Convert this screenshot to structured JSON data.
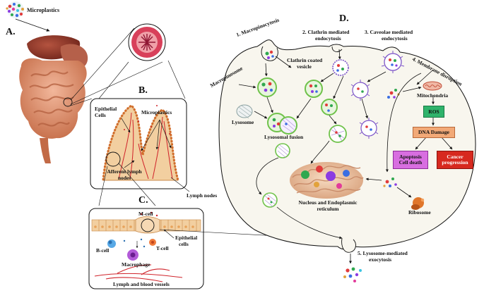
{
  "panels": {
    "a": "A.",
    "b": "B.",
    "c": "C.",
    "d": "D."
  },
  "top": {
    "microplastics": "Microplastics"
  },
  "panel_b": {
    "epithelial_1": "Epithelial",
    "epithelial_2": "Cells",
    "microplastics": "Microplastics",
    "afferent_1": "Afferent lymph",
    "afferent_2": "nodes",
    "lymph_nodes": "Lymph nodes"
  },
  "panel_c": {
    "m_cell": "M-cell",
    "b_cell": "B-cell",
    "t_cell": "T-cell",
    "epithelial_1": "Epithelial",
    "epithelial_2": "cells",
    "macrophage": "Macrophage",
    "vessels": "Lymph and blood vessels"
  },
  "panel_d": {
    "step1": "1. Macropinocytosis",
    "step2_1": "2. Clathrin mediated",
    "step2_2": "endocytosis",
    "step3_1": "3. Caveolae mediated",
    "step3_2": "endocytosis",
    "step4": "4. Membrane disruption",
    "macropinosome": "Macropinosome",
    "clathrin_vesicle_1": "Clathrin coated",
    "clathrin_vesicle_2": "vesicle",
    "lysosome": "Lysosome",
    "lysosomal_fusion": "Lysosomal fusion",
    "mitochondria": "Mitochondria",
    "ros": "ROS",
    "dna_damage": "DNA Damage",
    "apoptosis_1": "Apoptosis",
    "apoptosis_2": "Cell death",
    "cancer_1": "Cancer",
    "cancer_2": "progression",
    "nucleus_1": "Nucleus and Endoplasmic",
    "nucleus_2": "reticulum",
    "ribosome": "Ribosome",
    "step5_1": "5. Lysosome-mediated",
    "step5_2": "exocytosis"
  },
  "colors": {
    "cell_fill": "#f8f6ee",
    "ros_box": "#2fb36b",
    "dna_box": "#f2a977",
    "apoptosis_box": "#d86ee0",
    "cancer_box": "#d7291f",
    "vesicle_ring": "#6fc24a",
    "lymph_vessel": "#d0232a"
  }
}
